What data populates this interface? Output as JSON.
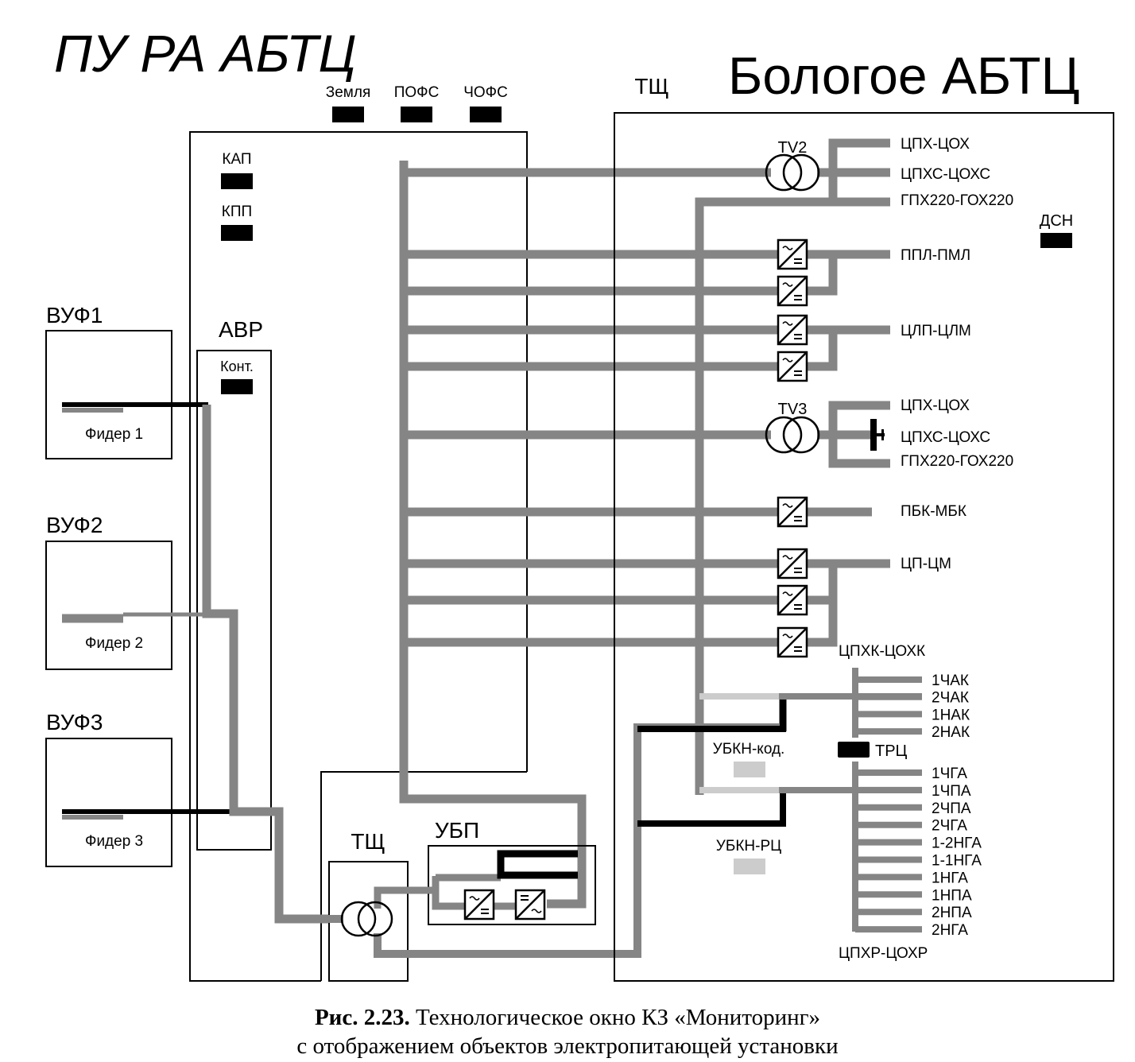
{
  "left_title": "ПУ РА АБТЦ",
  "right_title": "Бологое АБТЦ",
  "colors": {
    "wire": "#858585",
    "active": "#000000",
    "inactive": "#cccccc",
    "frame": "#000000"
  },
  "top_indicators": [
    {
      "label": "Земля",
      "state": "on"
    },
    {
      "label": "ПОФС",
      "state": "on"
    },
    {
      "label": "ЧОФС",
      "state": "on"
    }
  ],
  "panel_indicators": [
    {
      "label": "КАП",
      "state": "on"
    },
    {
      "label": "КПП",
      "state": "on"
    }
  ],
  "feeders": [
    {
      "group": "ВУФ1",
      "label": "Фидер 1",
      "state": "active"
    },
    {
      "group": "ВУФ2",
      "label": "Фидер 2",
      "state": "idle"
    },
    {
      "group": "ВУФ3",
      "label": "Фидер 3",
      "state": "active"
    }
  ],
  "avr": {
    "title": "АВР",
    "indicator_label": "Конт."
  },
  "local_tsh": {
    "title": "ТЩ"
  },
  "ubp": {
    "title": "УБП"
  },
  "tsh": {
    "title": "ТЩ",
    "dsn_label": "ДСН"
  },
  "tv2": {
    "label": "TV2",
    "outputs": [
      "ЦПХ-ЦОХ",
      "ЦПХС-ЦОХС",
      "ГПХ220-ГОХ220"
    ]
  },
  "tv3": {
    "label": "TV3",
    "outputs": [
      "ЦПХ-ЦОХ",
      "ЦПХС-ЦОХС",
      "ГПХ220-ГОХ220"
    ]
  },
  "rectifier_outputs": [
    "ППЛ-ПМЛ",
    "ЦЛП-ЦЛМ",
    "ПБК-МБК",
    "ЦП-ЦМ",
    "ЦПХК-ЦОХК"
  ],
  "ubkn": [
    {
      "label": "УБКН-код.",
      "state": "off"
    },
    {
      "label": "УБКН-РЦ",
      "state": "off"
    }
  ],
  "trc": {
    "label": "ТРЦ",
    "state": "on"
  },
  "trc_upper_outputs": [
    "1ЧАК",
    "2ЧАК",
    "1НАК",
    "2НАК"
  ],
  "trc_lower_outputs": [
    "1ЧГА",
    "1ЧПА",
    "2ЧПА",
    "2ЧГА",
    "1-2НГА",
    "1-1НГА",
    "1НГА",
    "1НПА",
    "2НПА",
    "2НГА"
  ],
  "trc_lower_bus_label": "ЦПХР-ЦОХР",
  "caption": {
    "number": "Рис. 2.23.",
    "line1": "Технологическое окно КЗ «Мониторинг»",
    "line2": "с отображением объектов электропитающей установки"
  }
}
